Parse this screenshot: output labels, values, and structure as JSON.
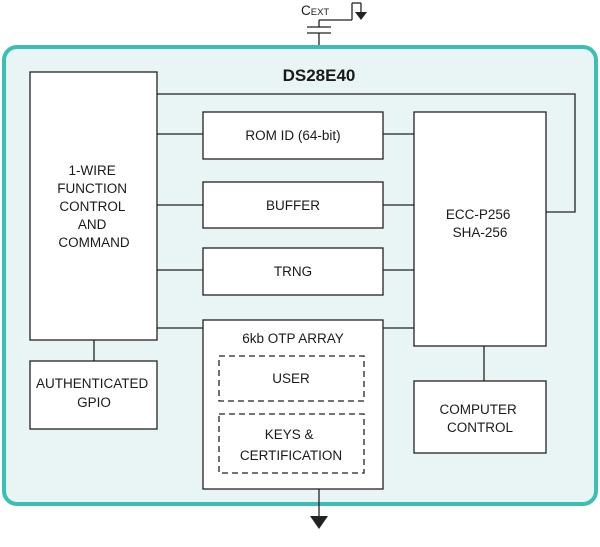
{
  "diagram": {
    "title": "DS28E40",
    "cext_main": "C",
    "cext_sub": "EXT",
    "blocks": {
      "onewire": [
        "1-WIRE",
        "FUNCTION",
        "CONTROL",
        "AND",
        "COMMAND"
      ],
      "romid": "ROM ID (64-bit)",
      "buffer": "BUFFER",
      "trng": "TRNG",
      "otp": "6kb OTP ARRAY",
      "user": "USER",
      "keys": [
        "KEYS &",
        "CERTIFICATION"
      ],
      "gpio": [
        "AUTHENTICATED",
        "GPIO"
      ],
      "ecc": [
        "ECC-P256",
        "SHA-256"
      ],
      "computer": [
        "COMPUTER",
        "CONTROL"
      ]
    }
  },
  "colors": {
    "border": "#3cbfb3",
    "fill": "#e9f5f4",
    "line": "#222222"
  }
}
